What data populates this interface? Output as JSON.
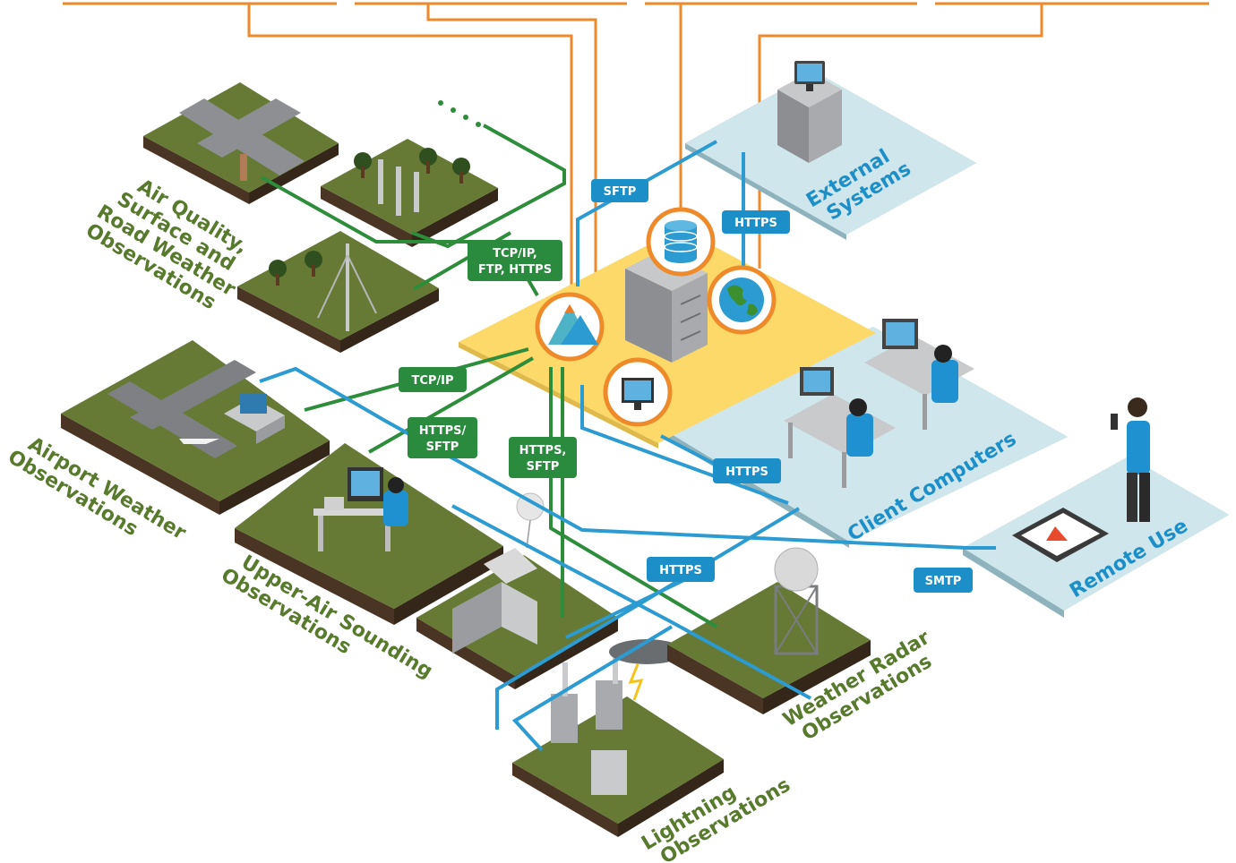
{
  "regions": {
    "air_quality": [
      "Air Quality,",
      "Surface and",
      "Road Weather",
      "Observations"
    ],
    "airport": [
      "Airport Weather",
      "Observations"
    ],
    "upper_air": [
      "Upper-Air Sounding",
      "Observations"
    ],
    "lightning": [
      "Lightning",
      "Observations"
    ],
    "weather_radar": [
      "Weather Radar",
      "Observations"
    ],
    "external": [
      "External",
      "Systems"
    ],
    "client": [
      "Client Computers"
    ],
    "remote": [
      "Remote Use"
    ]
  },
  "protocols": {
    "sftp": "SFTP",
    "https_external": "HTTPS",
    "tcp_ftp_https": [
      "TCP/IP,",
      "FTP, HTTPS"
    ],
    "tcpip": "TCP/IP",
    "https_sftp_slash": [
      "HTTPS/",
      "SFTP"
    ],
    "https_sftp_comma": [
      "HTTPS,",
      "SFTP"
    ],
    "https_client": "HTTPS",
    "https_field": "HTTPS",
    "smtp": "SMTP"
  },
  "colors": {
    "green_label": "#587a2c",
    "blue_label": "#1d8fc8",
    "green_wire": "#2e8d3a",
    "blue_wire": "#2b9bd1",
    "orange_wire": "#ee8a2a",
    "core_platform": "#fdd96a",
    "zone": "#cfe6ec",
    "ground": "#667a35"
  },
  "icons": [
    "database-icon",
    "globe-icon",
    "mountains-icon",
    "monitor-icon",
    "server-rack-icon",
    "warning-icon"
  ]
}
